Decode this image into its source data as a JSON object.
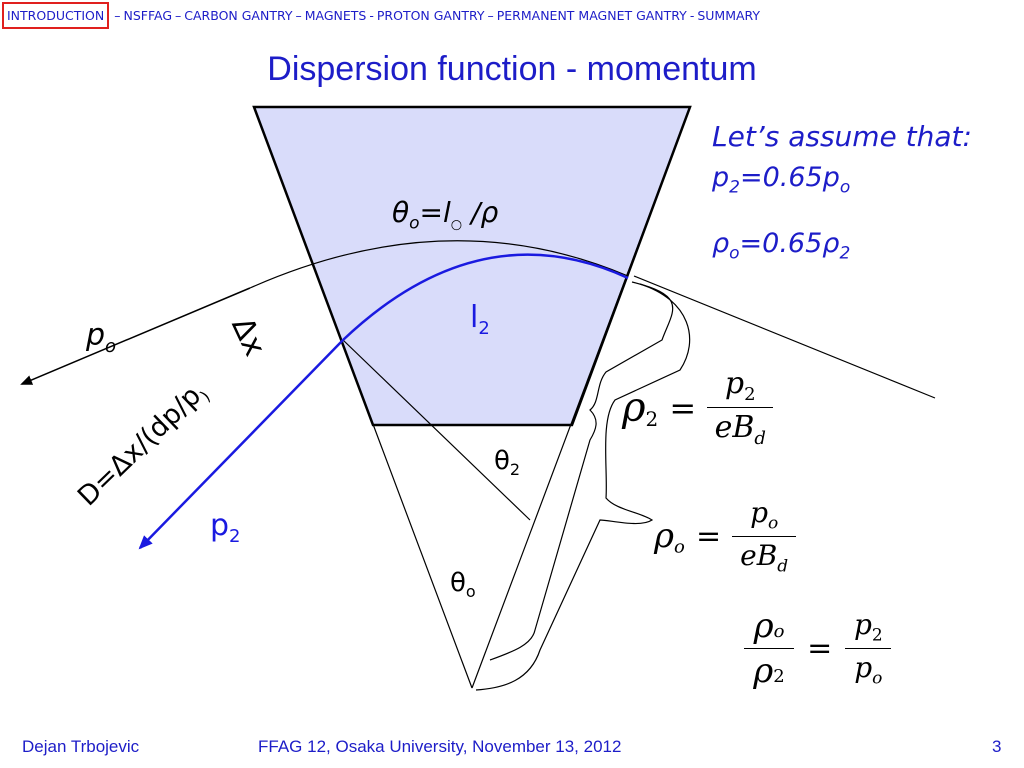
{
  "nav": {
    "current": "INTRODUCTION",
    "items": [
      "NSFFAG",
      "CARBON GANTRY",
      "MAGNETS",
      "PROTON GANTRY",
      "PERMANENT MAGNET GANTRY",
      "SUMMARY"
    ],
    "separators": [
      "–",
      "–",
      "–",
      "–",
      "–",
      "-",
      "-"
    ]
  },
  "title": "Dispersion function - momentum",
  "assume": {
    "line1": "Let’s assume that:",
    "line2_var": "p",
    "line2_sub": "2",
    "line2_rest": "=0.65p",
    "line2_sub2": "o",
    "line3_var": "ρ",
    "line3_sub": "o",
    "line3_rest": "=0.65ρ",
    "line3_sub2": "2"
  },
  "labels": {
    "theta_o_eq": "θ",
    "theta_o_eq_sub": "o",
    "theta_o_eq_rest": "=l",
    "theta_o_eq_sub2": "○",
    "theta_o_eq_tail": " /ρ",
    "l2": "l",
    "l2_sub": "2",
    "delta_x": "Δx",
    "p_o": "p",
    "p_o_sub": "o",
    "d_formula": "D=Δx/(dp/p",
    "d_formula_close": ")",
    "p2": "p",
    "p2_sub": "2",
    "theta2": "θ",
    "theta2_sub": "2",
    "theta_o": "θ",
    "theta_o_sub": "o"
  },
  "equations": {
    "eq1": {
      "lhs": "ρ",
      "lhs_sub": "2",
      "eq": "=",
      "num": "p",
      "num_sub": "2",
      "den": "eB",
      "den_sub": "d"
    },
    "eq2": {
      "lhs": "ρ",
      "lhs_sub": "o",
      "eq": "=",
      "num": "p",
      "num_sub": "o",
      "den": "eB",
      "den_sub": "d"
    },
    "eq3": {
      "lnum": "ρ",
      "lnum_sub": "o",
      "lden": "ρ",
      "lden_sub": "2",
      "eq": "=",
      "rnum": "p",
      "rnum_sub": "2",
      "rden": "p",
      "rden_sub": "o"
    }
  },
  "footer": {
    "author": "Dejan Trbojevic",
    "event": "FFAG 12, Osaka University, November 13, 2012",
    "page": "3"
  },
  "colors": {
    "accent": "#1d1dc8",
    "magnet_fill": "#d9dcfa",
    "nav_highlight": "#e0201e",
    "trajectory": "#1a1ae0"
  }
}
